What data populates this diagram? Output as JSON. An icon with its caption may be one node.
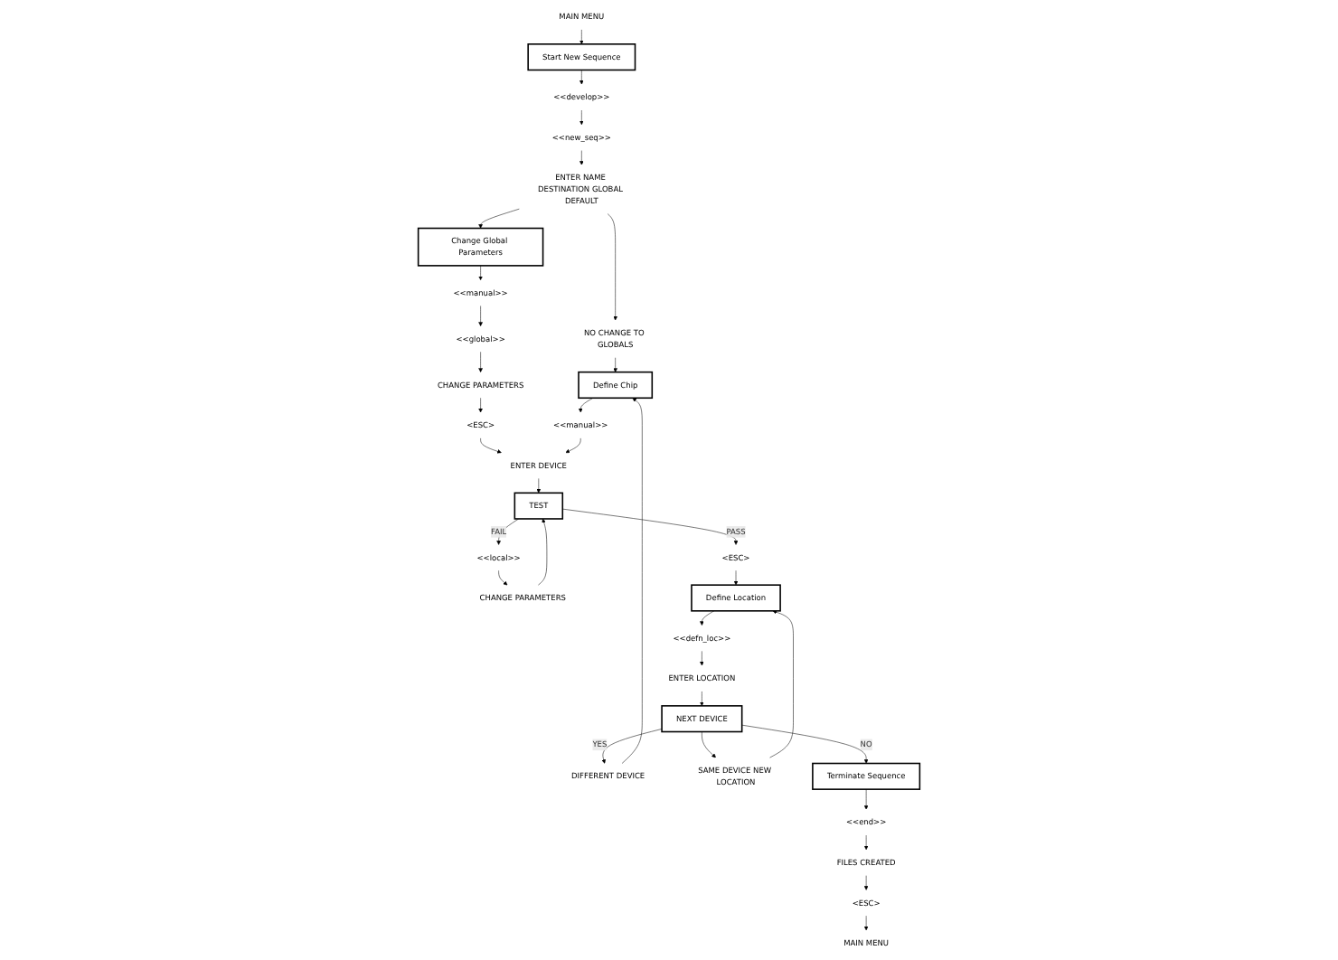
{
  "diagram": {
    "nodes": [
      {
        "text": [
          "MAIN MENU"
        ]
      },
      {
        "text": [
          "Start New Sequence"
        ]
      },
      {
        "text": [
          "<<develop>>"
        ]
      },
      {
        "text": [
          "<<new_seq>>"
        ]
      },
      {
        "text": [
          "ENTER NAME DESTINATION GLOBAL DEFAULT"
        ]
      },
      {
        "text": [
          "NO CHANGE TO GLOBALS"
        ]
      },
      {
        "text": [
          "Change Global Parameters"
        ]
      },
      {
        "text": [
          "<<manual>>"
        ]
      },
      {
        "text": [
          "<<global>>"
        ]
      },
      {
        "text": [
          "CHANGE PARAMETERS"
        ]
      },
      {
        "text": [
          "Define Chip"
        ]
      },
      {
        "text": [
          "<<manual>>"
        ]
      },
      {
        "text": [
          "ENTER DEVICE"
        ]
      },
      {
        "text": [
          "<ESC>"
        ]
      },
      {
        "text": [
          "TEST"
        ]
      },
      {
        "text": [
          "<<local>>"
        ]
      },
      {
        "text": [
          "CHANGE PARAMETERS"
        ]
      },
      {
        "text": [
          "<ESC>"
        ]
      },
      {
        "text": [
          "DIFFERENT DEVICE"
        ]
      },
      {
        "text": [
          "SAME DEVICE NEW LOCATION"
        ]
      },
      {
        "text": [
          "Define Location"
        ]
      },
      {
        "text": [
          "<<defn_loc>>"
        ]
      },
      {
        "text": [
          "ENTER LOCATION"
        ]
      },
      {
        "text": [
          "NEXT DEVICE"
        ]
      },
      {
        "text": [
          "Terminate Sequence"
        ]
      },
      {
        "text": [
          "<<end>>"
        ]
      },
      {
        "text": [
          "FILES CREATED"
        ]
      },
      {
        "text": [
          "<ESC>"
        ]
      },
      {
        "text": [
          "MAIN MENU"
        ]
      }
    ],
    "edges": [
      {
        "from": 0,
        "to": 1,
        "arrow": "to"
      },
      {
        "from": 1,
        "to": 2,
        "arrow": "to"
      },
      {
        "from": 2,
        "to": 3,
        "arrow": "to"
      },
      {
        "from": 3,
        "to": 4,
        "arrow": "to"
      },
      {
        "from": 4,
        "to": 5,
        "arrow": "to"
      },
      {
        "from": 4,
        "to": 6,
        "arrow": "to"
      },
      {
        "from": 5,
        "to": 10,
        "arrow": "to"
      },
      {
        "from": 6,
        "to": 7,
        "arrow": "to"
      },
      {
        "from": 7,
        "to": 8,
        "arrow": "to"
      },
      {
        "from": 8,
        "to": 9,
        "arrow": "to"
      },
      {
        "from": 9,
        "to": 13,
        "arrow": "to"
      },
      {
        "from": 13,
        "to": 12,
        "arrow": "to"
      },
      {
        "from": 10,
        "to": 11,
        "arrow": "to"
      },
      {
        "from": 11,
        "to": 12,
        "arrow": "to"
      },
      {
        "from": 12,
        "to": 14,
        "arrow": "to"
      },
      {
        "from": 14,
        "to": 17,
        "label": "PASS",
        "arrow": "to"
      },
      {
        "from": 17,
        "to": 20,
        "arrow": "to"
      },
      {
        "from": 14,
        "to": 15,
        "label": "FAIL",
        "arrow": "to"
      },
      {
        "from": 15,
        "to": 16,
        "arrow": "to"
      },
      {
        "from": 16,
        "to": 14,
        "arrow": "to"
      },
      {
        "from": 20,
        "to": 21,
        "arrow": "to"
      },
      {
        "from": 21,
        "to": 22,
        "arrow": "to"
      },
      {
        "from": 22,
        "to": 23,
        "arrow": "to"
      },
      {
        "from": 23,
        "to": 18,
        "label": "YES",
        "arrow": "to"
      },
      {
        "from": 23,
        "to": 19,
        "arrow": "to"
      },
      {
        "from": 23,
        "to": 24,
        "label": "NO",
        "arrow": "to"
      },
      {
        "from": 18,
        "to": 10,
        "arrow": "to"
      },
      {
        "from": 19,
        "to": 20,
        "arrow": "to"
      },
      {
        "from": 24,
        "to": 25,
        "arrow": "to"
      },
      {
        "from": 25,
        "to": 26,
        "arrow": "to"
      },
      {
        "from": 26,
        "to": 27,
        "arrow": "to"
      },
      {
        "from": 27,
        "to": 28,
        "arrow": "to"
      }
    ]
  }
}
